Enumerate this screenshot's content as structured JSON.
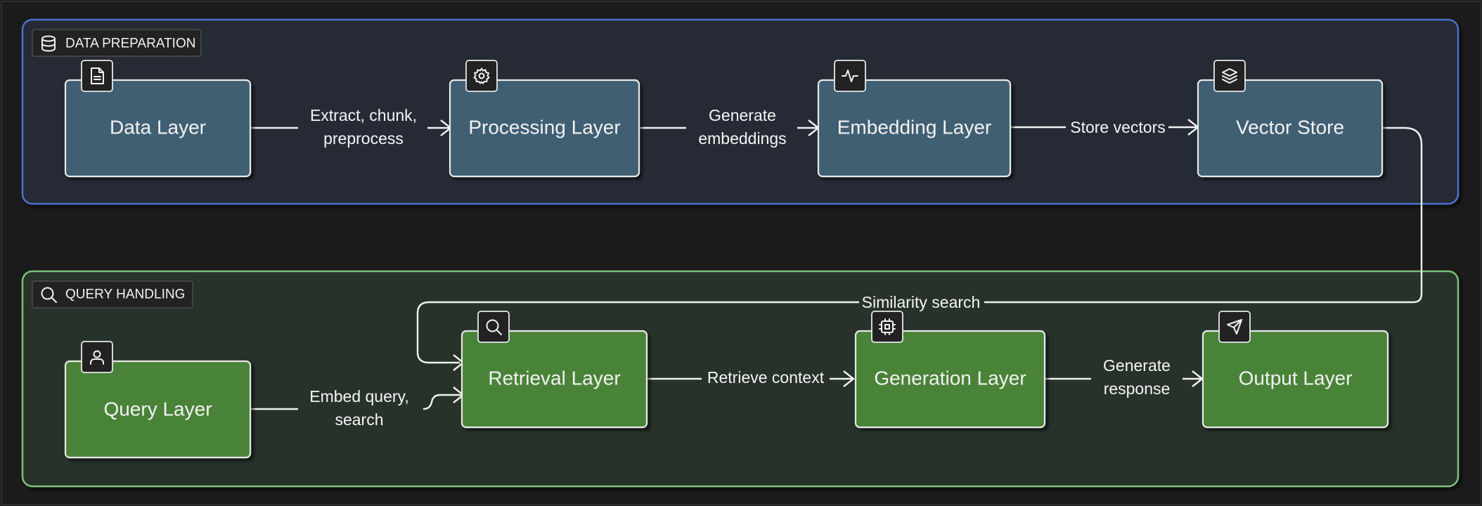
{
  "colors": {
    "background": "#1b1b1b",
    "group_data_fill": "#262b36",
    "group_data_border": "#4a73c9",
    "group_query_fill": "#283029",
    "group_query_border": "#7ec07e",
    "node_data_fill": "#3f5f73",
    "node_query_fill": "#4a8337",
    "node_border": "#e8e8e8",
    "badge_fill": "#222222"
  },
  "groups": {
    "data_preparation": {
      "label": "DATA PREPARATION",
      "icon": "database-icon"
    },
    "query_handling": {
      "label": "QUERY HANDLING",
      "icon": "search-icon"
    }
  },
  "nodes": {
    "data_layer": {
      "label": "Data Layer",
      "icon": "document-icon"
    },
    "processing_layer": {
      "label": "Processing Layer",
      "icon": "gear-icon"
    },
    "embedding_layer": {
      "label": "Embedding Layer",
      "icon": "activity-icon"
    },
    "vector_store": {
      "label": "Vector Store",
      "icon": "layers-icon"
    },
    "query_layer": {
      "label": "Query Layer",
      "icon": "user-icon"
    },
    "retrieval_layer": {
      "label": "Retrieval Layer",
      "icon": "search-icon"
    },
    "generation_layer": {
      "label": "Generation Layer",
      "icon": "cpu-icon"
    },
    "output_layer": {
      "label": "Output Layer",
      "icon": "send-icon"
    }
  },
  "edges": {
    "extract": {
      "line1": "Extract, chunk,",
      "line2": "preprocess"
    },
    "generate_embeddings": {
      "line1": "Generate",
      "line2": "embeddings"
    },
    "store_vectors": {
      "label": "Store vectors"
    },
    "similarity_search": {
      "label": "Similarity search"
    },
    "embed_query": {
      "line1": "Embed query,",
      "line2": "search"
    },
    "retrieve_context": {
      "label": "Retrieve context"
    },
    "generate_response": {
      "line1": "Generate",
      "line2": "response"
    }
  }
}
